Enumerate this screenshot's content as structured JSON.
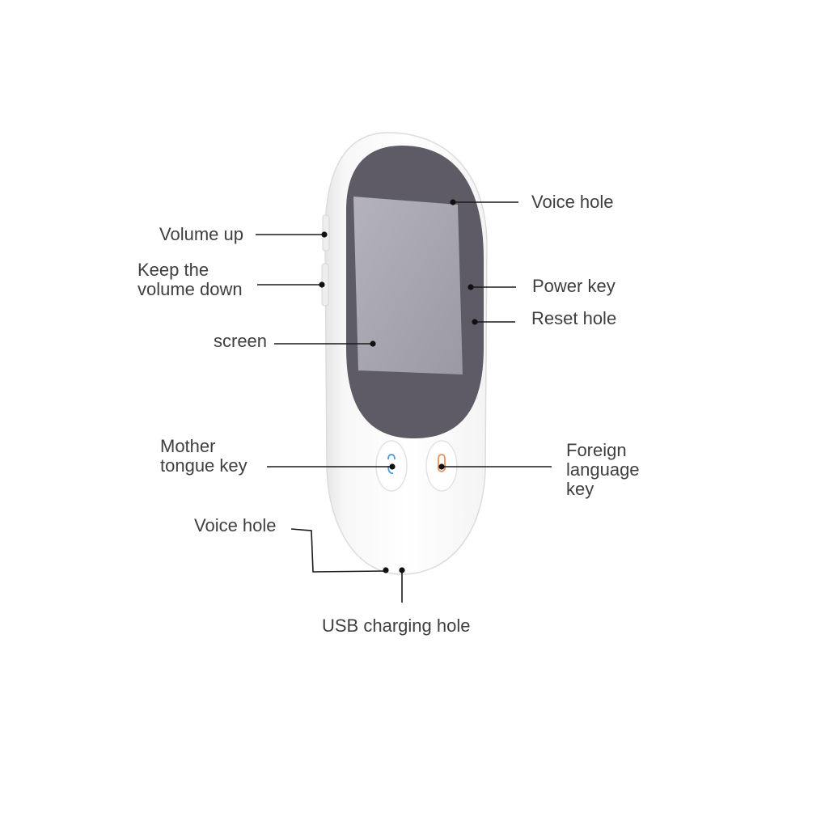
{
  "callouts": {
    "voice_hole_top": [
      "Voice hole"
    ],
    "volume_up": [
      "Volume up"
    ],
    "volume_down": [
      "Keep the",
      "volume down"
    ],
    "power_key": [
      "Power key"
    ],
    "reset_hole": [
      "Reset hole"
    ],
    "screen": [
      "screen"
    ],
    "mother_tongue_key": [
      "Mother",
      "tongue key"
    ],
    "foreign_language_key": [
      "Foreign",
      "language",
      "key"
    ],
    "voice_hole_bottom": [
      "Voice hole"
    ],
    "usb_charging_hole": [
      "USB charging hole"
    ]
  },
  "colors": {
    "body": "#ffffff",
    "body_edge": "#dcdcdc",
    "bezel": "#5e5b66",
    "screen": "#a6a4ac",
    "leader_line": "#1a1a1a",
    "label_text": "#3f3f3f",
    "mother_key_glyph": "#4a9be8",
    "foreign_key_glyph": "#e8935c"
  },
  "icons": {
    "mother_key": "microphone-outline-icon",
    "foreign_key": "microphone-outline-icon"
  }
}
